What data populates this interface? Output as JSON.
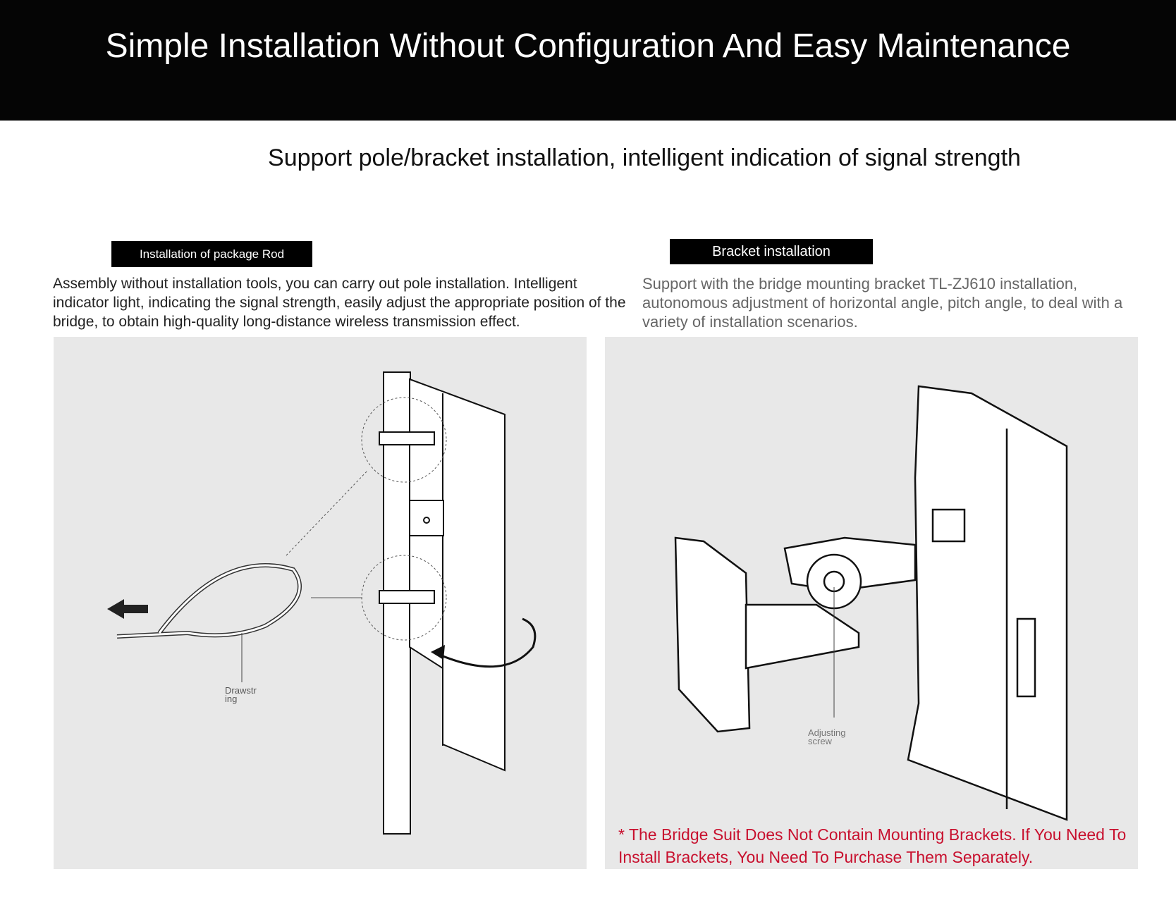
{
  "header": {
    "title": "Simple Installation Without Configuration And Easy Maintenance"
  },
  "subtitle": "Support pole/bracket installation, intelligent indication of signal strength",
  "left": {
    "tag": "Installation of package Rod",
    "description": "Assembly without installation tools, you can carry out pole installation. Intelligent indicator light, indicating the signal strength, easily adjust the appropriate position of the bridge, to obtain high-quality long-distance wireless transmission effect.",
    "callout": "Drawstr ing"
  },
  "right": {
    "tag": "Bracket installation",
    "description": "Support with the bridge mounting bracket TL-ZJ610 installation, autonomous adjustment of horizontal angle, pitch angle, to deal with a variety of installation scenarios.",
    "callout": "Adjusting screw",
    "note": "* The Bridge Suit Does Not Contain Mounting Brackets. If You Need To Install Brackets, You Need To Purchase Them Separately."
  },
  "colors": {
    "header_bg": "#050505",
    "panel_bg": "#e8e8e8",
    "note": "#c8102e"
  }
}
